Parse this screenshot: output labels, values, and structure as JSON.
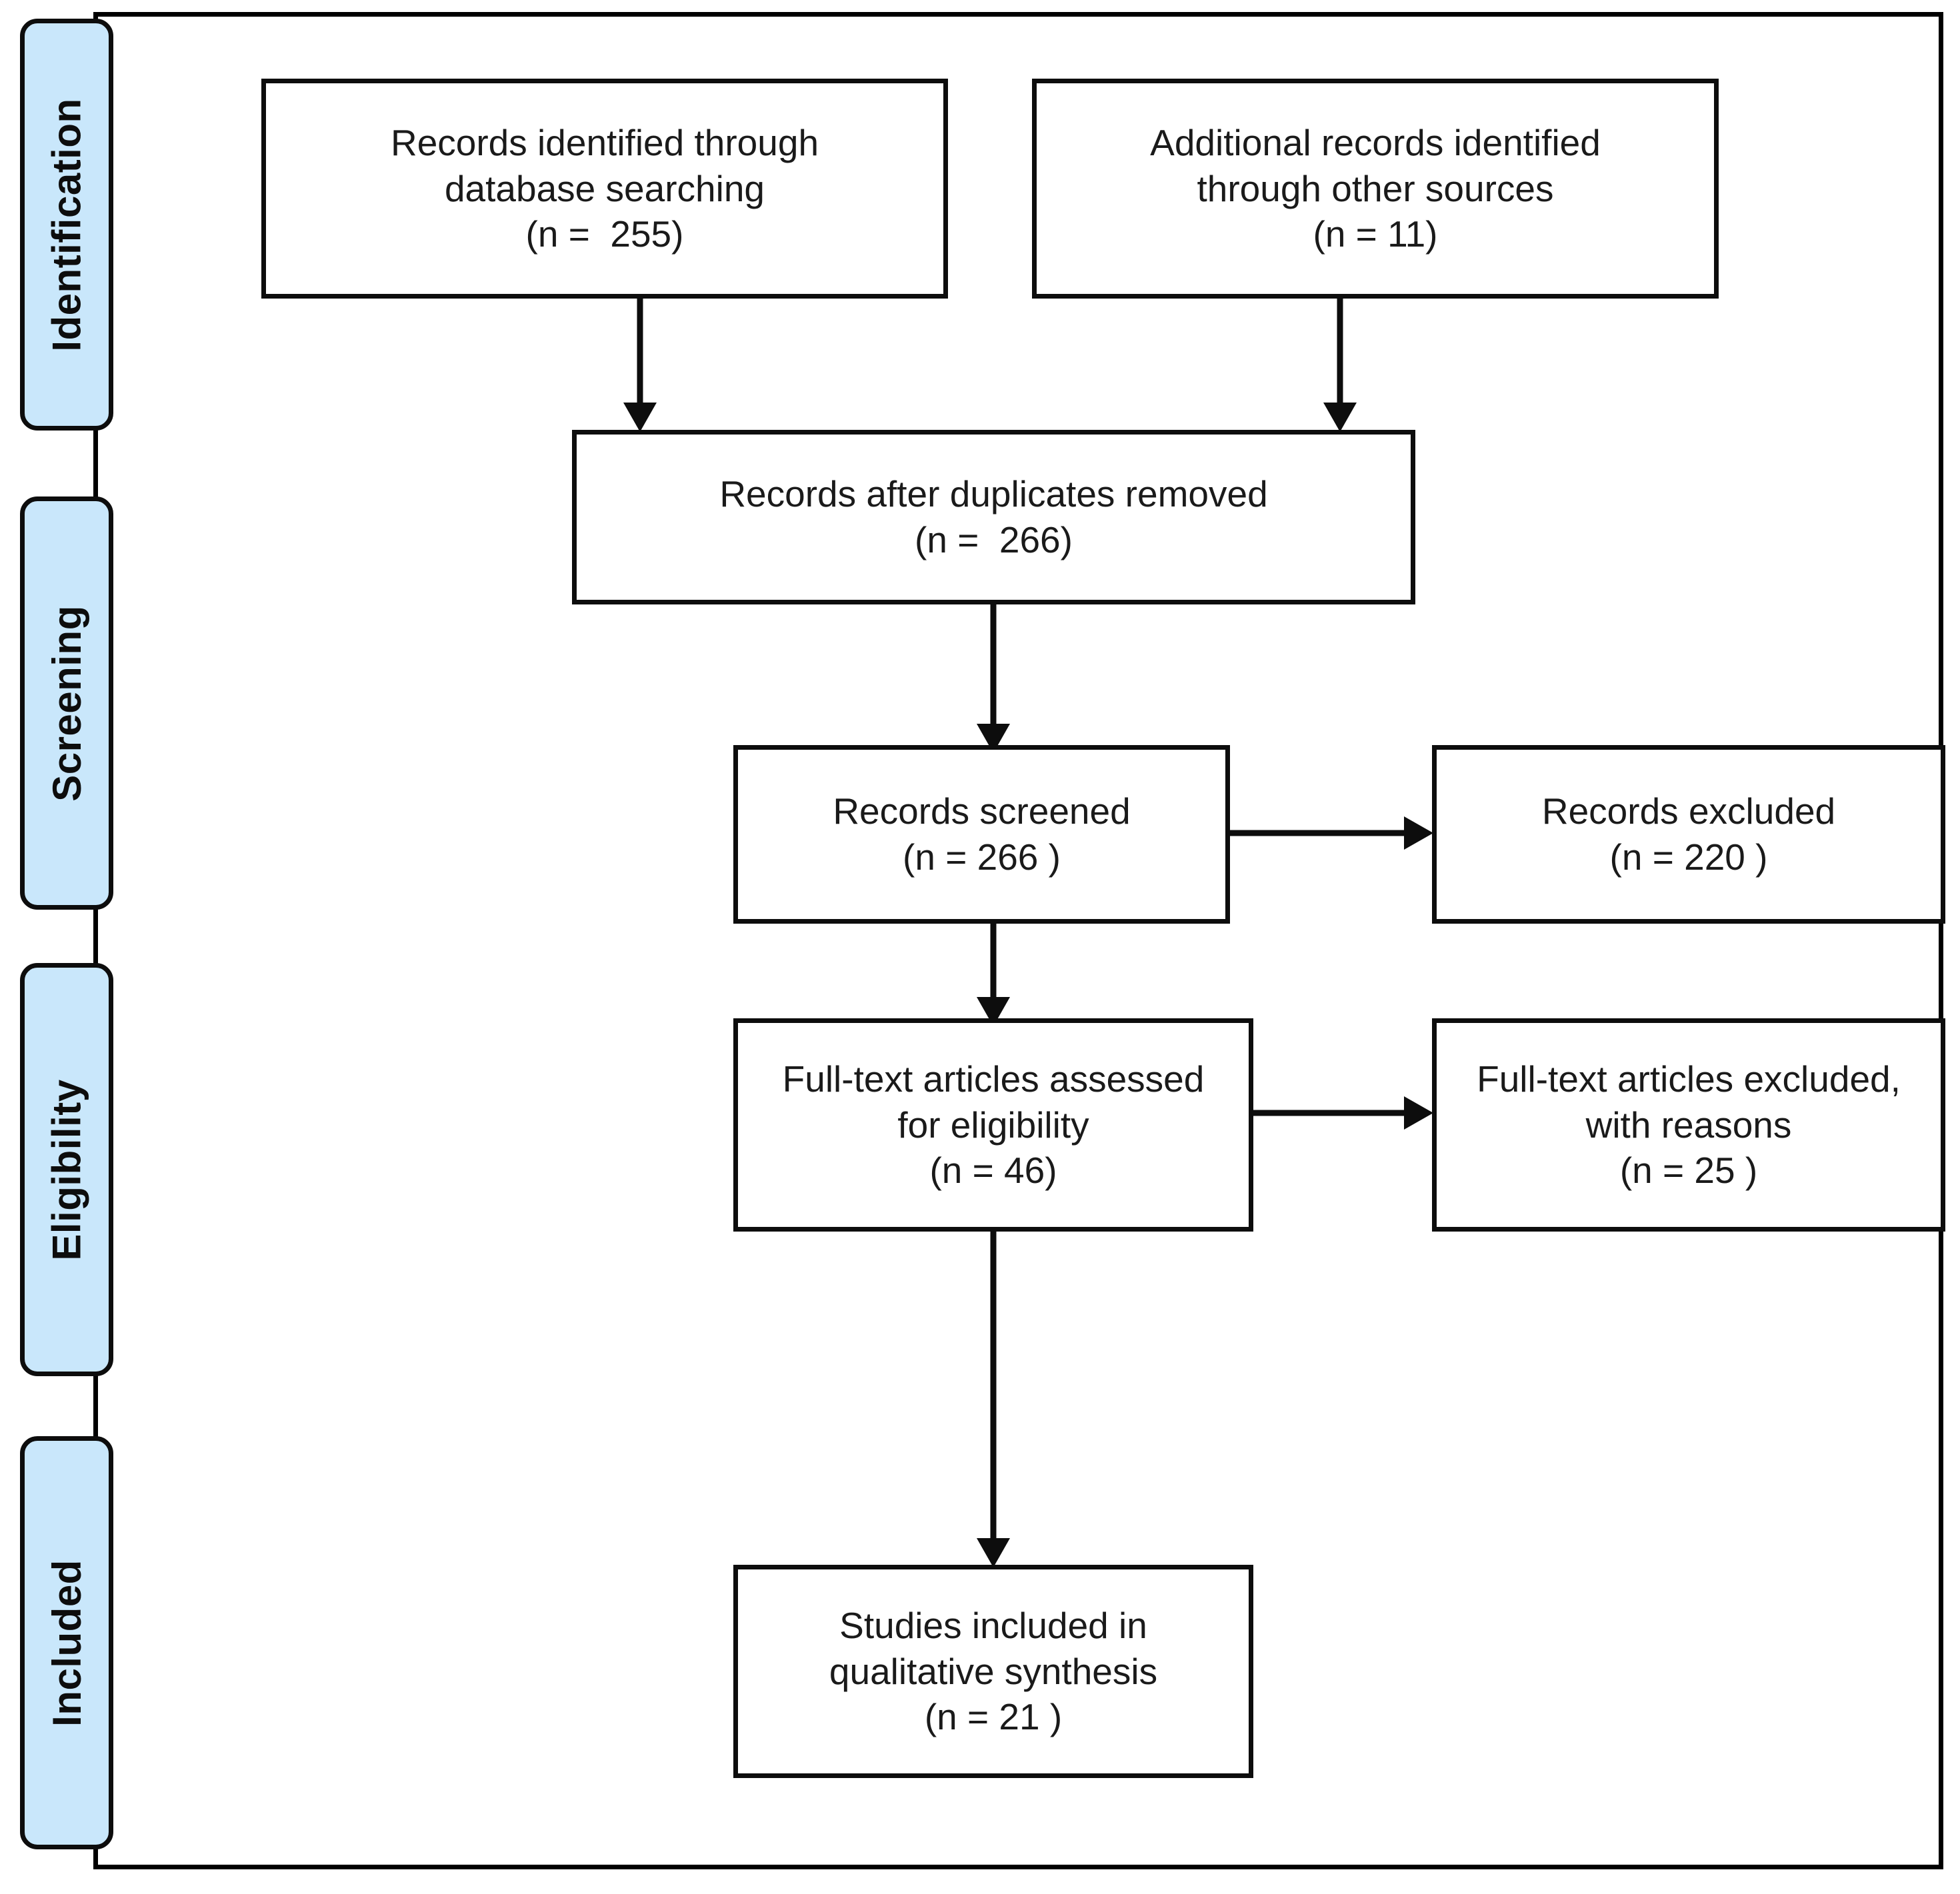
{
  "figure": {
    "type": "prisma-flow-diagram",
    "frame_color": "#000000",
    "stage_label_fill": "#c9e7fb",
    "box_border_color": "#0d0d0d",
    "text_color": "#1a1a1a"
  },
  "stages": [
    {
      "id": "identification",
      "label": "Identification"
    },
    {
      "id": "screening",
      "label": "Screening"
    },
    {
      "id": "eligibility",
      "label": "Eligibility"
    },
    {
      "id": "included",
      "label": "Included"
    }
  ],
  "boxes": {
    "db_search": {
      "line1": "Records identified through",
      "line2": "database searching",
      "line3": "(n =  255)"
    },
    "other_sources": {
      "line1": "Additional records identified",
      "line2": "through other sources",
      "line3": "(n = 11)"
    },
    "duplicates_removed": {
      "line1": "Records after duplicates removed",
      "line2": "(n =  266)"
    },
    "records_screened": {
      "line1": "Records screened",
      "line2": "(n = 266 )"
    },
    "records_excluded": {
      "line1": "Records excluded",
      "line2": "(n = 220 )"
    },
    "fulltext_assessed": {
      "line1": "Full-text articles assessed",
      "line2": "for eligibility",
      "line3": "(n = 46)"
    },
    "fulltext_excluded": {
      "line1": "Full-text articles excluded,",
      "line2": "with reasons",
      "line3": "(n = 25 )"
    },
    "studies_included": {
      "line1": "Studies included in",
      "line2": "qualitative synthesis",
      "line3": "(n = 21 )"
    }
  },
  "chart_data": {
    "type": "diagram",
    "title": "PRISMA flow diagram",
    "nodes": [
      {
        "id": "db_search",
        "stage": "Identification",
        "label": "Records identified through database searching",
        "n": 255
      },
      {
        "id": "other_sources",
        "stage": "Identification",
        "label": "Additional records identified through other sources",
        "n": 11
      },
      {
        "id": "duplicates_removed",
        "stage": "Screening",
        "label": "Records after duplicates removed",
        "n": 266
      },
      {
        "id": "records_screened",
        "stage": "Screening",
        "label": "Records screened",
        "n": 266
      },
      {
        "id": "records_excluded",
        "stage": "Screening",
        "label": "Records excluded",
        "n": 220
      },
      {
        "id": "fulltext_assessed",
        "stage": "Eligibility",
        "label": "Full-text articles assessed for eligibility",
        "n": 46
      },
      {
        "id": "fulltext_excluded",
        "stage": "Eligibility",
        "label": "Full-text articles excluded, with reasons",
        "n": 25
      },
      {
        "id": "studies_included",
        "stage": "Included",
        "label": "Studies included in qualitative synthesis",
        "n": 21
      }
    ],
    "edges": [
      {
        "from": "db_search",
        "to": "duplicates_removed",
        "direction": "down"
      },
      {
        "from": "other_sources",
        "to": "duplicates_removed",
        "direction": "down"
      },
      {
        "from": "duplicates_removed",
        "to": "records_screened",
        "direction": "down"
      },
      {
        "from": "records_screened",
        "to": "records_excluded",
        "direction": "right"
      },
      {
        "from": "records_screened",
        "to": "fulltext_assessed",
        "direction": "down"
      },
      {
        "from": "fulltext_assessed",
        "to": "fulltext_excluded",
        "direction": "right"
      },
      {
        "from": "fulltext_assessed",
        "to": "studies_included",
        "direction": "down"
      }
    ]
  }
}
